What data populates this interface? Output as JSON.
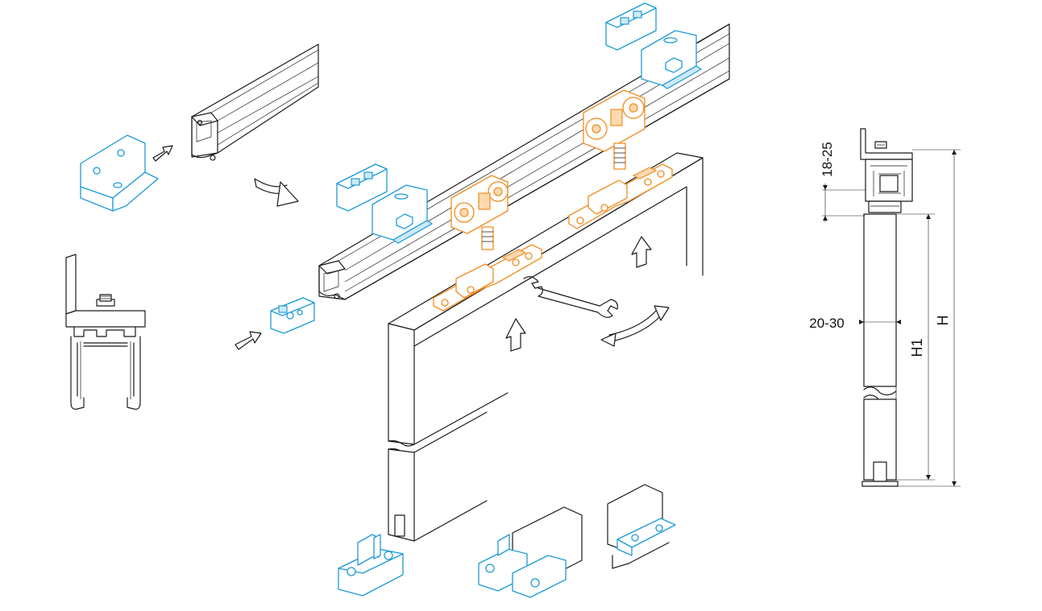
{
  "colors": {
    "ink": "#1a1a1a",
    "accent_blue": "#1d9bd7",
    "accent_orange": "#f08c1e",
    "background": "#ffffff"
  },
  "dimensions": {
    "top_gap": "18-25",
    "side_gap": "20-30",
    "height_door": "H1",
    "height_total": "H"
  },
  "icons": [
    "arrow-icon",
    "curved-arrow-icon",
    "wrench-icon",
    "bolt-icon"
  ]
}
